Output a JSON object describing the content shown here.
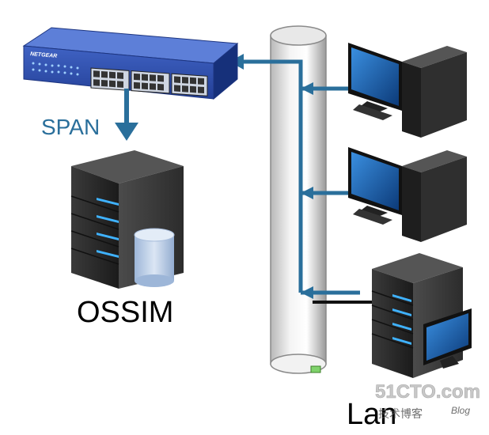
{
  "switch": {
    "brand": "NETGEAR"
  },
  "labels": {
    "span": "SPAN",
    "ossim": "OSSIM",
    "lan": "Lan"
  },
  "watermark": {
    "site": "51CTO.com",
    "sub": "技术博客",
    "blog": "Blog"
  },
  "colors": {
    "arrow": "#2a6f9b",
    "switch_body": "#1e3f9a",
    "server_dark": "#2b2b2b",
    "server_led": "#3fb2ff",
    "monitor_screen": "#1b5fa8",
    "db_cylinder": "#b9cde6"
  }
}
